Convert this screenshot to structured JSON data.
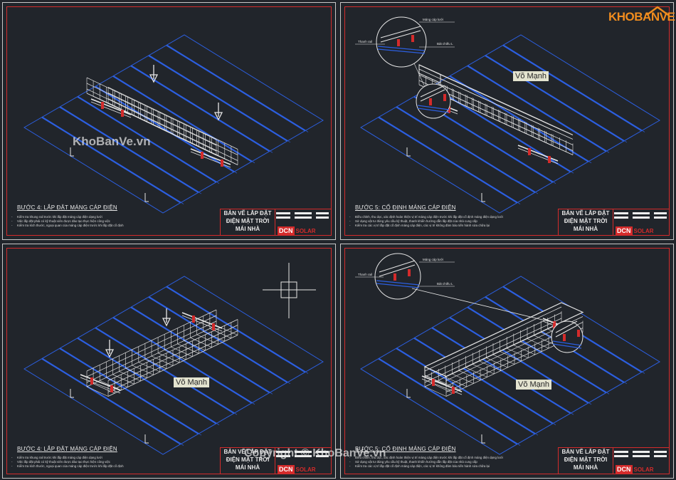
{
  "panels": [
    {
      "step_title": "BƯỚC 4: LẮP ĐẶT MÁNG CÁP ĐIỆN",
      "notes": [
        "Kiểm tra khung rail trước khi lắp đặt máng cáp điện dạng lưới",
        "Việc lắp đặt phải có kỹ thuật viên được đào tạo thực hiện công việc",
        "Kiểm tra kích thước, ngoại quan của máng cáp điện trước khi lắp đặt cố định"
      ]
    },
    {
      "step_title": "BƯỚC 5: CỐ ĐỊNH MÁNG CÁP ĐIỆN",
      "notes": [
        "Điều chỉnh, thu dọc, xác định hoàn thiện vị trí máng cáp điện trước khi lắp đặt cố định máng điện dạng lưới",
        "Sử dụng vật tư đúng yêu cầu kỹ thuật, thanh khiển hướng dẫn lắp đặt của nhà cung cấp",
        "Kiểm tra các vị trí lắp đặt cố định máng cáp điện, các vị trí không đảm bảo tiến hành sửa chữa lại"
      ],
      "callouts": {
        "tray": "Máng cáp lưới",
        "rail": "Thanh rail",
        "bracket": "Bát chiếu L"
      },
      "label": "Võ Mạnh"
    },
    {
      "step_title": "BƯỚC 4: LẮP ĐẶT MÁNG CÁP ĐIỆN",
      "notes": [
        "Kiểm tra khung rail trước khi lắp đặt máng cáp điện dạng lưới",
        "Việc lắp đặt phải có kỹ thuật viên được đào tạo thực hiện công việc",
        "Kiểm tra kích thước, ngoại quan của máng cáp điện trước khi lắp đặt cố định"
      ],
      "label": "Võ Mạnh"
    },
    {
      "step_title": "BƯỚC 5: CỐ ĐỊNH MÁNG CÁP ĐIỆN",
      "notes": [
        "Điều chỉnh, thu dọc, xác định hoàn thiện vị trí máng cáp điện trước khi lắp đặt cố định máng điện dạng lưới",
        "Sử dụng vật tư đúng yêu cầu kỹ thuật, thanh khiển hướng dẫn lắp đặt của nhà cung cấp",
        "Kiểm tra các vị trí lắp đặt cố định máng cáp điện, các vị trí không đảm bảo tiến hành sửa chữa lại"
      ],
      "callouts": {
        "tray": "Máng cáp lưới",
        "rail": "Thanh rail",
        "bracket": "Bát chiếu L"
      },
      "label": "Võ Mạnh"
    }
  ],
  "title_block": {
    "line1": "BẢN VẼ LẮP ĐẶT",
    "line2": "ĐIỆN MẶT TRỜI",
    "line3": "MÁI NHÀ",
    "logo_mark": "DCN",
    "logo_text": "SOLAR"
  },
  "watermarks": {
    "kbv": "KhoBanVe.vn",
    "copyright": "Copyright © KhoBanVe.vn",
    "site_logo": "KHOBANVE"
  },
  "colors": {
    "roof_lines": "#2c5fe0",
    "frame": "#d42b2b",
    "drawing": "#e6e6e6",
    "accent": "#f08c1e"
  }
}
